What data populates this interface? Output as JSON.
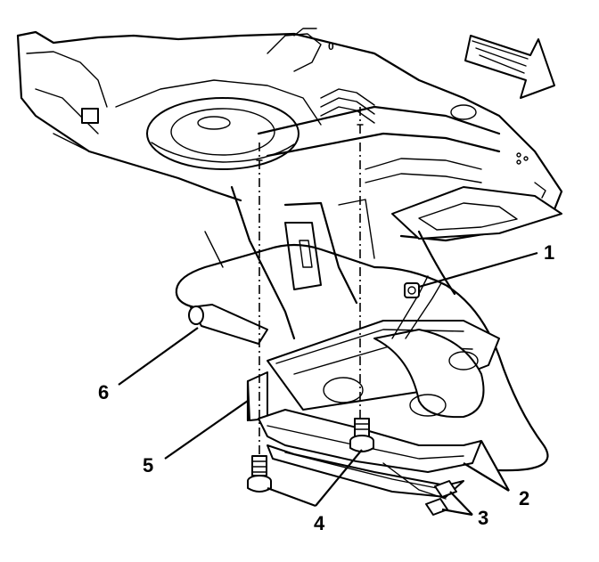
{
  "callouts": {
    "c1": "1",
    "c2": "2",
    "c3": "3",
    "c4": "4",
    "c5": "5",
    "c6": "6"
  },
  "direction_arrow": {
    "icon": "front-direction-arrow-icon"
  }
}
